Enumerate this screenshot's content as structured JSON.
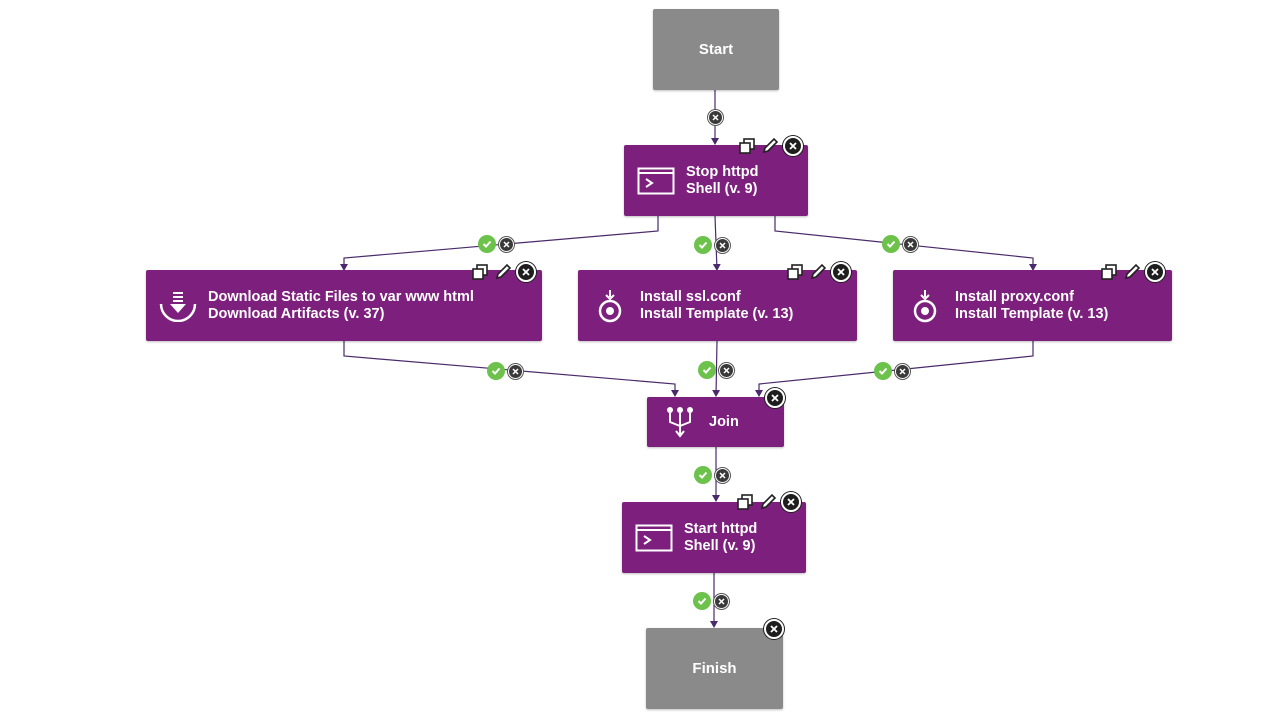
{
  "nodes": {
    "start": {
      "label": "Start"
    },
    "stop_httpd": {
      "title": "Stop httpd",
      "subtitle": "Shell (v. 9)",
      "icon": "terminal-icon"
    },
    "download_static": {
      "title": "Download Static Files to var www html",
      "subtitle": "Download Artifacts (v. 37)",
      "icon": "download-icon"
    },
    "install_ssl": {
      "title": "Install ssl.conf",
      "subtitle": "Install Template (v. 13)",
      "icon": "install-template-icon"
    },
    "install_proxy": {
      "title": "Install proxy.conf",
      "subtitle": "Install Template (v. 13)",
      "icon": "install-template-icon"
    },
    "join": {
      "label": "Join",
      "icon": "join-icon"
    },
    "start_httpd": {
      "title": "Start httpd",
      "subtitle": "Shell (v. 9)",
      "icon": "terminal-icon"
    },
    "finish": {
      "label": "Finish"
    }
  },
  "colors": {
    "step": "#7d1f7d",
    "terminal_node": "#8a8a8a",
    "success": "#6cc24a",
    "remove": "#1e1e1e"
  }
}
